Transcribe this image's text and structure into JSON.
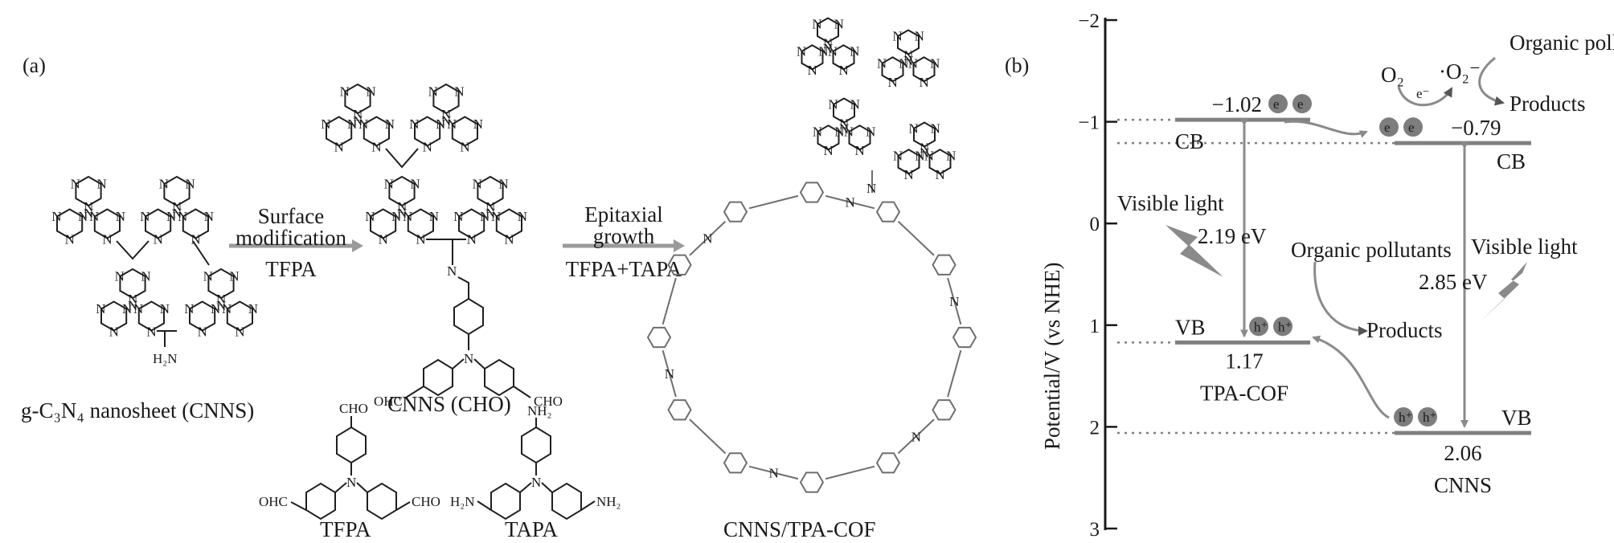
{
  "panel_a": {
    "label": "(a)",
    "cnns_caption": "g-C₃N₄ nanosheet (CNNS)",
    "step1_top": "Surface",
    "step1_mid": "modification",
    "step1_bottom": "TFPA",
    "cnns_cho_caption": "CNNS (CHO)",
    "step2_top": "Epitaxial",
    "step2_mid": "growth",
    "step2_bottom": "TFPA+TAPA",
    "tfpa_caption": "TFPA",
    "tapa_caption": "TAPA",
    "cof_caption": "CNNS/TPA-COF",
    "atoms": {
      "n": "N",
      "amine": "H₂N",
      "imine": "N",
      "cho": "CHO",
      "ohc": "OHC",
      "nh2": "NH₂",
      "h2n": "H₂N"
    }
  },
  "panel_b": {
    "label": "(b)",
    "y_axis_label": "Potential/V (vs NHE)",
    "y_ticks": [
      "−2",
      "−1",
      "0",
      "1",
      "2",
      "3"
    ],
    "y_range": [
      -2,
      3
    ],
    "tpa_cof": {
      "name": "TPA-COF",
      "cb_label": "CB",
      "vb_label": "VB",
      "cb_value": "−1.02",
      "vb_value": "1.17",
      "gap": "2.19 eV",
      "cb": -1.02,
      "vb": 1.17
    },
    "cnns": {
      "name": "CNNS",
      "cb_label": "CB",
      "vb_label": "VB",
      "cb_value": "−0.79",
      "vb_value": "2.06",
      "gap": "2.85 eV",
      "cb": -0.79,
      "vb": 2.06
    },
    "light_left": "Visible light",
    "light_right": "Visible light",
    "pollutants_top": "Organic pollutants",
    "products_top": "Products",
    "pollutants_mid": "Organic pollutants",
    "products_mid": "Products",
    "o2": "O₂",
    "o2_radical": "·O₂⁻",
    "e_minus": "e⁻",
    "electron": "e",
    "hole": "h⁺"
  }
}
